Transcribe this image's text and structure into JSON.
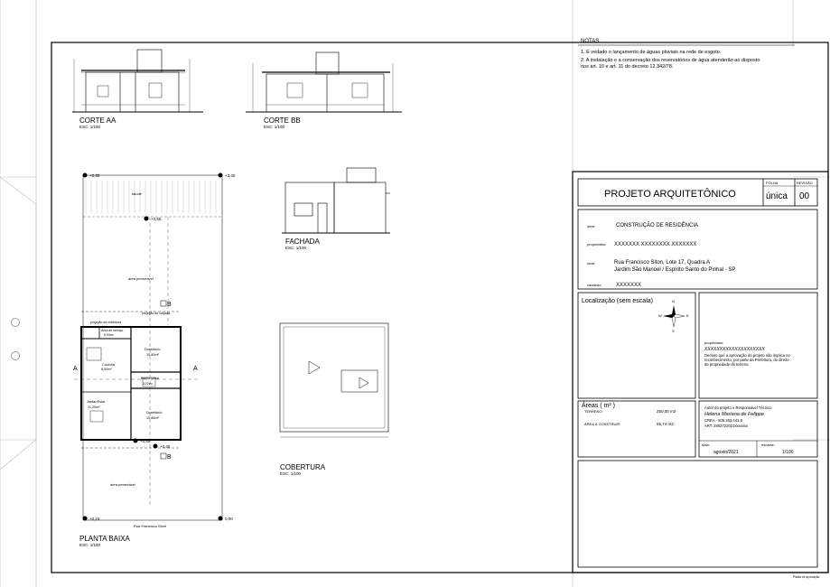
{
  "drawings": {
    "corte_aa": {
      "title": "CORTE AA",
      "scale": "ESC: 1/100"
    },
    "corte_bb": {
      "title": "CORTE BB",
      "scale": "ESC: 1/100"
    },
    "fachada": {
      "title": "FACHADA",
      "scale": "ESC: 1/100"
    },
    "cobertura": {
      "title": "COBERTURA",
      "scale": "ESC: 1/100"
    },
    "planta_baixa": {
      "title": "PLANTA BAIXA",
      "scale": "ESC: 1/100"
    }
  },
  "plan": {
    "levels": {
      "top_left": "+0,55",
      "top_right": "+3,40",
      "mid": "+0,55",
      "bottom_left": "+0,15",
      "bottom_right": "0,00",
      "right_a": "+0,45",
      "center_a": "+0,55"
    },
    "labels": {
      "area_permeavel_top": "área permeável",
      "area_permeavel_bottom": "área permeável",
      "protecao_cobertura": "projeção da cobertura",
      "projecao_calcada": "projeção de calçada",
      "area_servico": "Área de serviço",
      "area_servico_size": "5,94m²",
      "dormitorio1": "Dormitório",
      "dormitorio1_size": "10,80m²",
      "dormitorio2": "Dormitório",
      "dormitorio2_size": "10,86m²",
      "cozinha": "Cozinha",
      "cozinha_size": "8,00m²",
      "banheiro": "Banho social",
      "banheiro_size": "3,22m²",
      "jantar": "Jantar/Estar",
      "jantar_size": "11,20m²",
      "street": "Rua Francisco Siton",
      "talude": "talude",
      "cut_b_top": "B",
      "cut_b_bottom": "B",
      "cut_a_left": "A",
      "cut_a_right": "A"
    }
  },
  "notes": {
    "title": "NOTAS:",
    "items": [
      "1. É vedado o lançamento de águas pluviais na rede de esgoto.",
      "2. A instalação e a conservação dos reservatórios de água atenderão ao disposto",
      "nos art. 10 e art. 11 do decreto 12.342/78."
    ]
  },
  "title_block": {
    "header": "PROJETO ARQUITETÔNICO",
    "folha_label": "FOLHA",
    "folha_value": "única",
    "revisao_label": "REVISÃO",
    "revisao_value": "00",
    "obra_label": "obra:",
    "obra_value": "CONSTRUÇÃO DE RESIDÊNCIA",
    "proprietario_label": "proprietário:",
    "proprietario_value": "XXXXXXX XXXXXXXX XXXXXXX",
    "local_label": "local:",
    "local_line1": "Rua Francisco Siton, Lote 17, Quadra A",
    "local_line2": "Jardim São Manoel / Espírito Santo do Pinhal - SP",
    "cadastro_label": "cadastro:",
    "cadastro_value": "XXXXXXX",
    "localizacao_title": "Localização  (sem escala)",
    "areas_title": "Áreas ( m² )",
    "terreno_label": "TERRENO",
    "terreno_value": "250,00 m2",
    "area_construir_label": "ÁREA À CONSTRUIR",
    "area_construir_value": "55,74 m2",
    "proprietario2_label": "proprietário:",
    "proprietario2_value": "XXXXXXXXXXXXXXXXXXXX",
    "declaracao": [
      "Declaro que a aprovação do projeto não implica no",
      "reconhecimento, por parte da Prefeitura, do direito",
      "de propriedade do terreno."
    ],
    "autor_label": "Autor do projeto e Responsável Técnico",
    "autor_name": "Helena Mariana de Felippe",
    "crea": "CREA - 506.263.441-0",
    "art": "ART: 2802722021xxxxxxx",
    "data_label": "data:",
    "data_value": "agosto/2021",
    "escalas_label": "escalas:",
    "escalas_value": "1/100"
  },
  "compass_letters": {
    "n": "N",
    "s": "S",
    "e": "E",
    "w": "W"
  },
  "footer_note": "Planta de aprovação"
}
